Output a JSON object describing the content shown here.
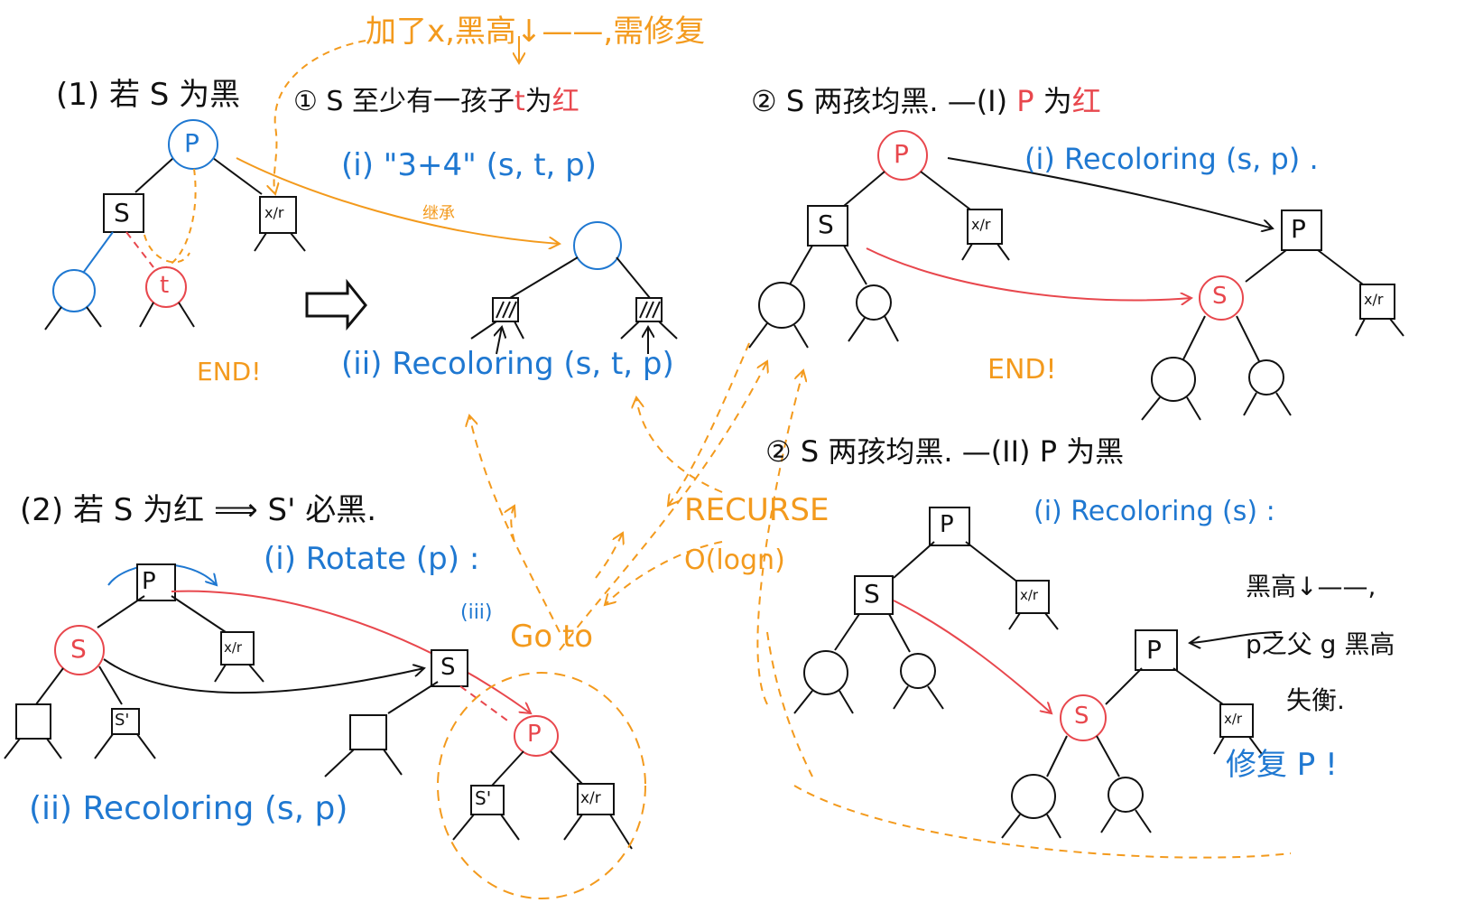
{
  "colors": {
    "black": "#111111",
    "blue": "#1f78d1",
    "orange": "#f39a1d",
    "red": "#e8474d"
  },
  "case1": {
    "heading": "(1) 若 S 为黑",
    "sub1_heading_a": "① S 至少有一孩子",
    "sub1_heading_t": "t",
    "sub1_heading_b": "为",
    "sub1_heading_red": "红",
    "note_top": "加了x,黑高↓——,需修复",
    "step_i": "(i) \"3+4\" (s, t, p)",
    "inherit": "继承",
    "step_ii": "(ii) Recoloring (s, t, p)",
    "end": "END!"
  },
  "case2": {
    "heading": "(2) 若 S 为红 ⟹ S' 必黑.",
    "step_i": "(i) Rotate (p) :",
    "step_ii": "(ii) Recoloring (s, p)",
    "step_iii": "(iii)",
    "goto": "Go to"
  },
  "middle": {
    "recurse": "RECURSE",
    "olog": "O(logn)"
  },
  "caseI": {
    "heading_a": "② S 两孩均黑. —(I)",
    "heading_p": "P",
    "heading_b": "为",
    "heading_red": "红",
    "step_i": "(i) Recoloring (s, p) .",
    "end": "END!"
  },
  "caseII": {
    "heading": "② S 两孩均黑. —(II) P 为黑",
    "step_i": "(i) Recoloring (s) :",
    "note1": "黑高↓——,",
    "note2": "p之父 g 黑高",
    "note3": "失衡.",
    "fix": "修复 P !"
  },
  "labels": {
    "P": "P",
    "S": "S",
    "t": "t",
    "xr": "x/r",
    "Sprime": "S'",
    "hatch": "///"
  }
}
